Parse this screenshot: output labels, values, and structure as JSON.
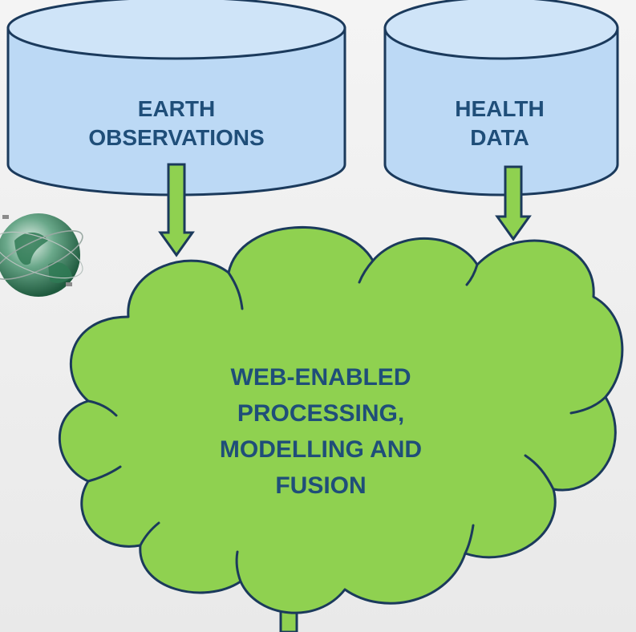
{
  "nodes": {
    "earth_observations": {
      "lines": [
        "EARTH",
        "OBSERVATIONS"
      ]
    },
    "health_data": {
      "lines": [
        "HEALTH",
        "DATA"
      ]
    },
    "processing": {
      "lines": [
        "WEB-ENABLED",
        "PROCESSING,",
        "MODELLING AND",
        "FUSION"
      ]
    }
  },
  "colors": {
    "cylinder_fill": "#bcd9f5",
    "cylinder_stroke": "#1b3a5c",
    "cloud_fill": "#8fd150",
    "cloud_stroke": "#1b3a5c",
    "arrow_fill": "#8fd150",
    "text": "#1f4e79"
  },
  "icons": {
    "globe": "globe-icon"
  }
}
